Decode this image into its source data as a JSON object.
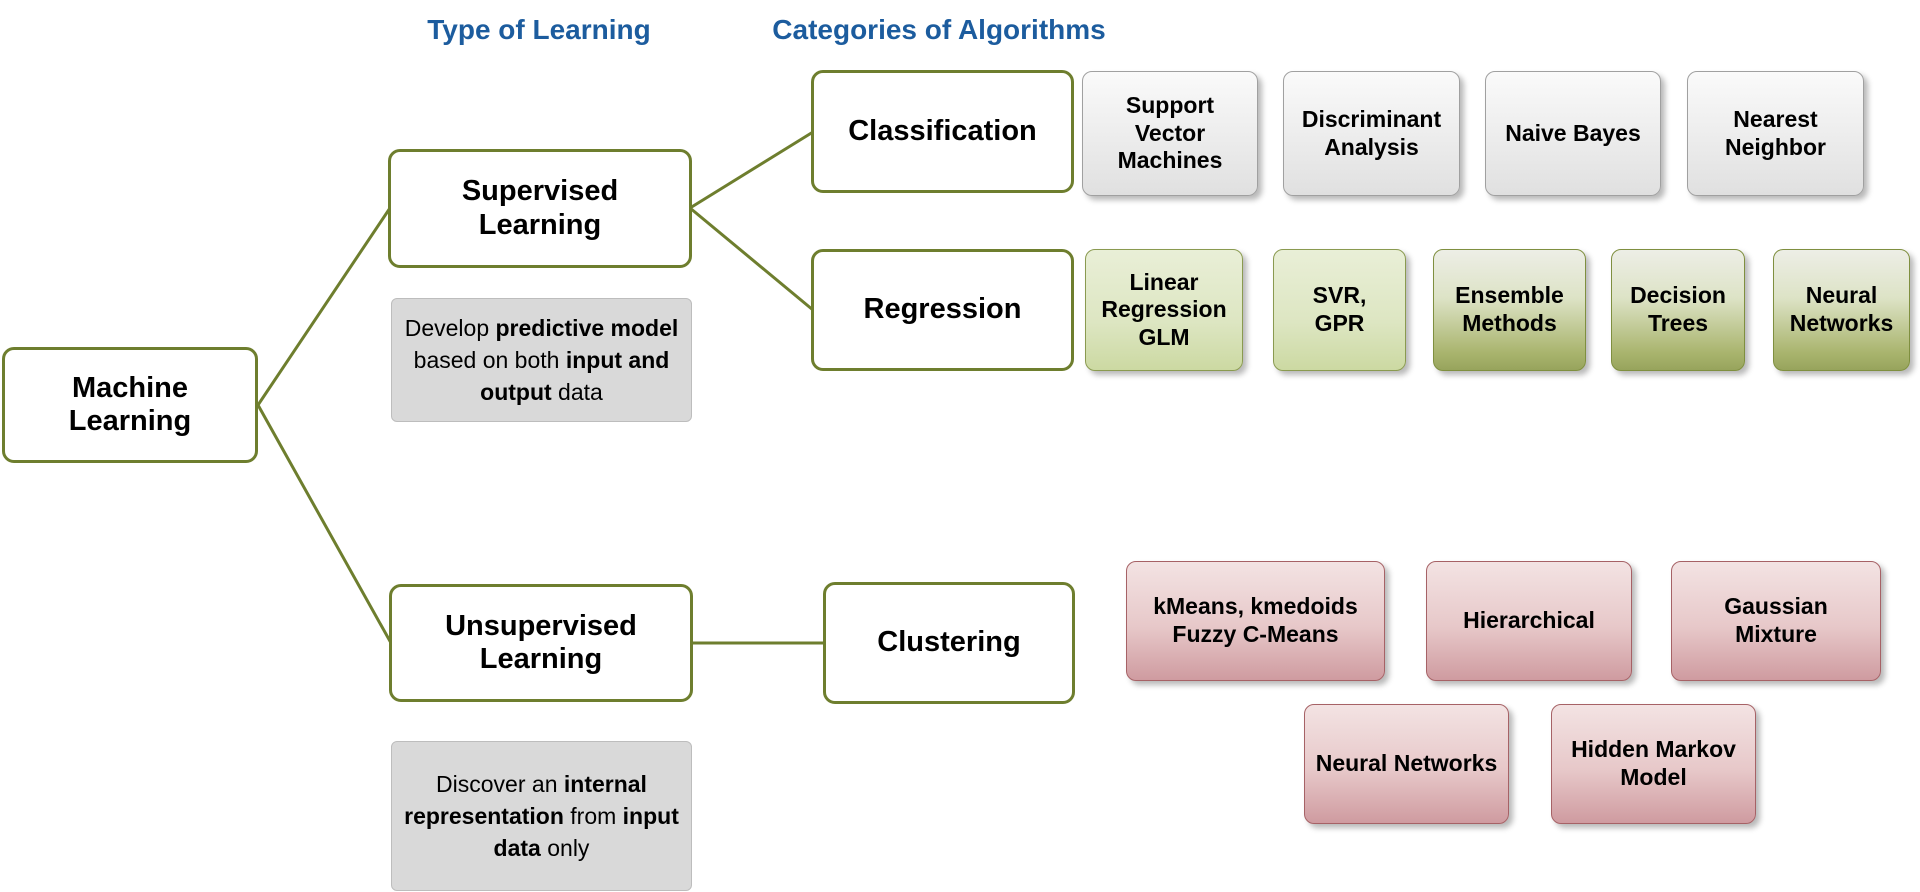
{
  "headers": {
    "type_of_learning": "Type of Learning",
    "categories_of_algorithms": "Categories of Algorithms"
  },
  "nodes": {
    "machine_learning": "Machine Learning",
    "supervised_learning": "Supervised Learning",
    "unsupervised_learning": "Unsupervised Learning",
    "classification": "Classification",
    "regression": "Regression",
    "clustering": "Clustering"
  },
  "notes": {
    "supervised": {
      "s1": "Develop ",
      "s2": "predictive model",
      "s3": " based on both ",
      "s4": "input and output",
      "s5": " data"
    },
    "unsupervised": {
      "s1": "Discover an ",
      "s2": "internal representation",
      "s3": " from ",
      "s4": "input data",
      "s5": " only"
    }
  },
  "algorithms": {
    "classification": [
      "Support Vector Machines",
      "Discriminant Analysis",
      "Naive Bayes",
      "Nearest Neighbor"
    ],
    "regression": [
      "Linear Regression GLM",
      "SVR, GPR",
      "Ensemble Methods",
      "Decision Trees",
      "Neural Networks"
    ],
    "clustering_row1": [
      "kMeans, kmedoids Fuzzy C-Means",
      "Hierarchical",
      "Gaussian Mixture"
    ],
    "clustering_row2": [
      "Neural Networks",
      "Hidden Markov Model"
    ]
  },
  "colors": {
    "olive_border": "#6e7e2e",
    "heading_blue": "#1c5c9e",
    "note_gray": "#d9d9d9",
    "algo_gray": "#ececec",
    "algo_green_light": "#dde6c2",
    "algo_green_dark": "#97a45c",
    "algo_pink": "#cf9ba0"
  }
}
